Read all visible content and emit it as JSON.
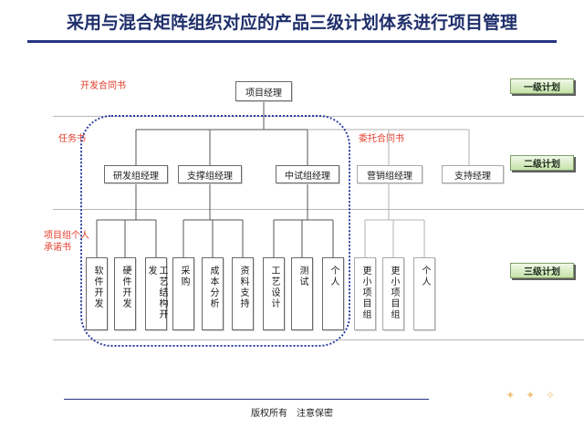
{
  "title": "采用与混合矩阵组织对应的产品三级计划体系进行项目管理",
  "labels": {
    "contract": "开发合同书",
    "task": "任务书",
    "entrusted_contract": "委托合同书",
    "commitment_line1": "项目组个人",
    "commitment_line2": "承诺书"
  },
  "levels": [
    "一级计划",
    "二级计划",
    "三级计划"
  ],
  "top_node": "项目经理",
  "mid_nodes": [
    "研发组经理",
    "支撑组经理",
    "中试组经理",
    "营销组经理",
    "支持经理"
  ],
  "leaf_nodes": [
    "软件开发",
    "硬件开发",
    "工艺结构开发",
    "采购",
    "成本分析",
    "资料支持",
    "工艺设计",
    "测试",
    "个人",
    "更小项目组",
    "更小项目组",
    "个人"
  ],
  "footer": "版权所有　注意保密",
  "colors": {
    "title": "#1f2f6b",
    "red_label": "#e23b2a",
    "level_fill": "#c6e2a9",
    "ellipse": "#2a3fa1"
  }
}
